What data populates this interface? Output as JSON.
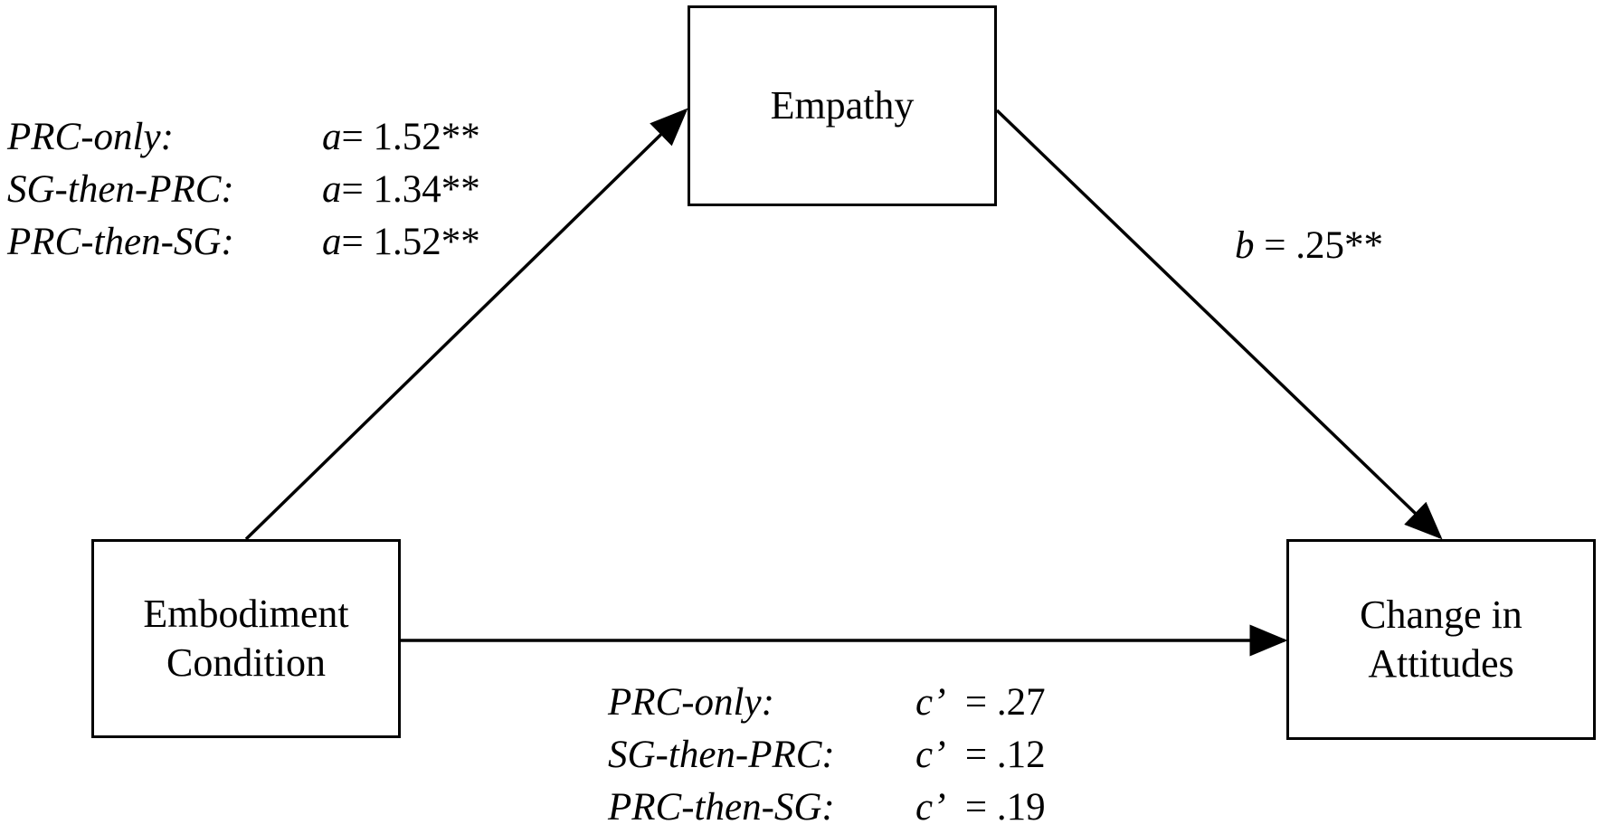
{
  "nodes": {
    "empathy": {
      "label": "Empathy"
    },
    "embodiment": {
      "line1": "Embodiment",
      "line2": "Condition"
    },
    "change": {
      "line1": "Change in",
      "line2": "Attitudes"
    }
  },
  "path_a": {
    "rows": [
      {
        "condition": "PRC-only:",
        "symbol": "a",
        "value": "= 1.52**"
      },
      {
        "condition": "SG-then-PRC:",
        "symbol": "a",
        "value": "= 1.34**"
      },
      {
        "condition": "PRC-then-SG:",
        "symbol": "a",
        "value": "= 1.52**"
      }
    ]
  },
  "path_b": {
    "symbol": "b",
    "value": " = .25**"
  },
  "path_c_prime": {
    "rows": [
      {
        "condition": "PRC-only:",
        "symbol": "c’",
        "value": "  = .27"
      },
      {
        "condition": "SG-then-PRC:",
        "symbol": "c’",
        "value": "  = .12"
      },
      {
        "condition": "PRC-then-SG:",
        "symbol": "c’",
        "value": "  = .19"
      }
    ]
  },
  "colors": {
    "stroke": "#000000",
    "background": "#ffffff"
  }
}
